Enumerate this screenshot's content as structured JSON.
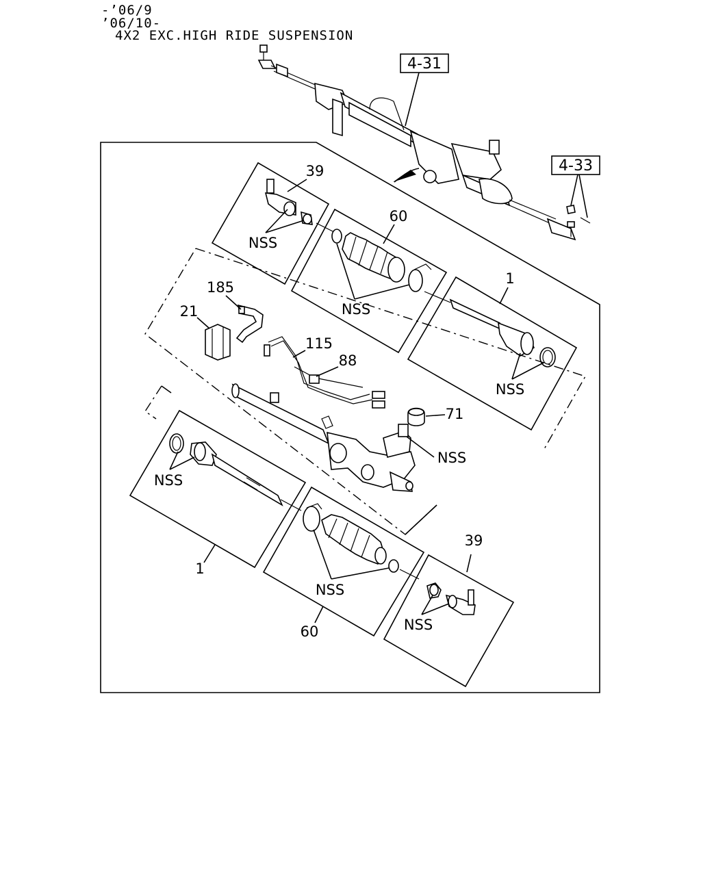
{
  "header": {
    "line1": "-’06/9",
    "line2": "’06/10-",
    "line3": "4X2 EXC.HIGH RIDE SUSPENSION"
  },
  "refs": {
    "r431": "4-31",
    "r433": "4-33"
  },
  "labels": {
    "tie_rod_end_top": "39",
    "boot_top": "60",
    "inner_rod_right": "1",
    "bracket": "185",
    "mount_rubber": "21",
    "pipe": "115",
    "pipe_fitting": "88",
    "cap": "71",
    "inner_rod_left": "1",
    "boot_bottom": "60",
    "tie_rod_end_bottom": "39",
    "nss": "NSS"
  }
}
